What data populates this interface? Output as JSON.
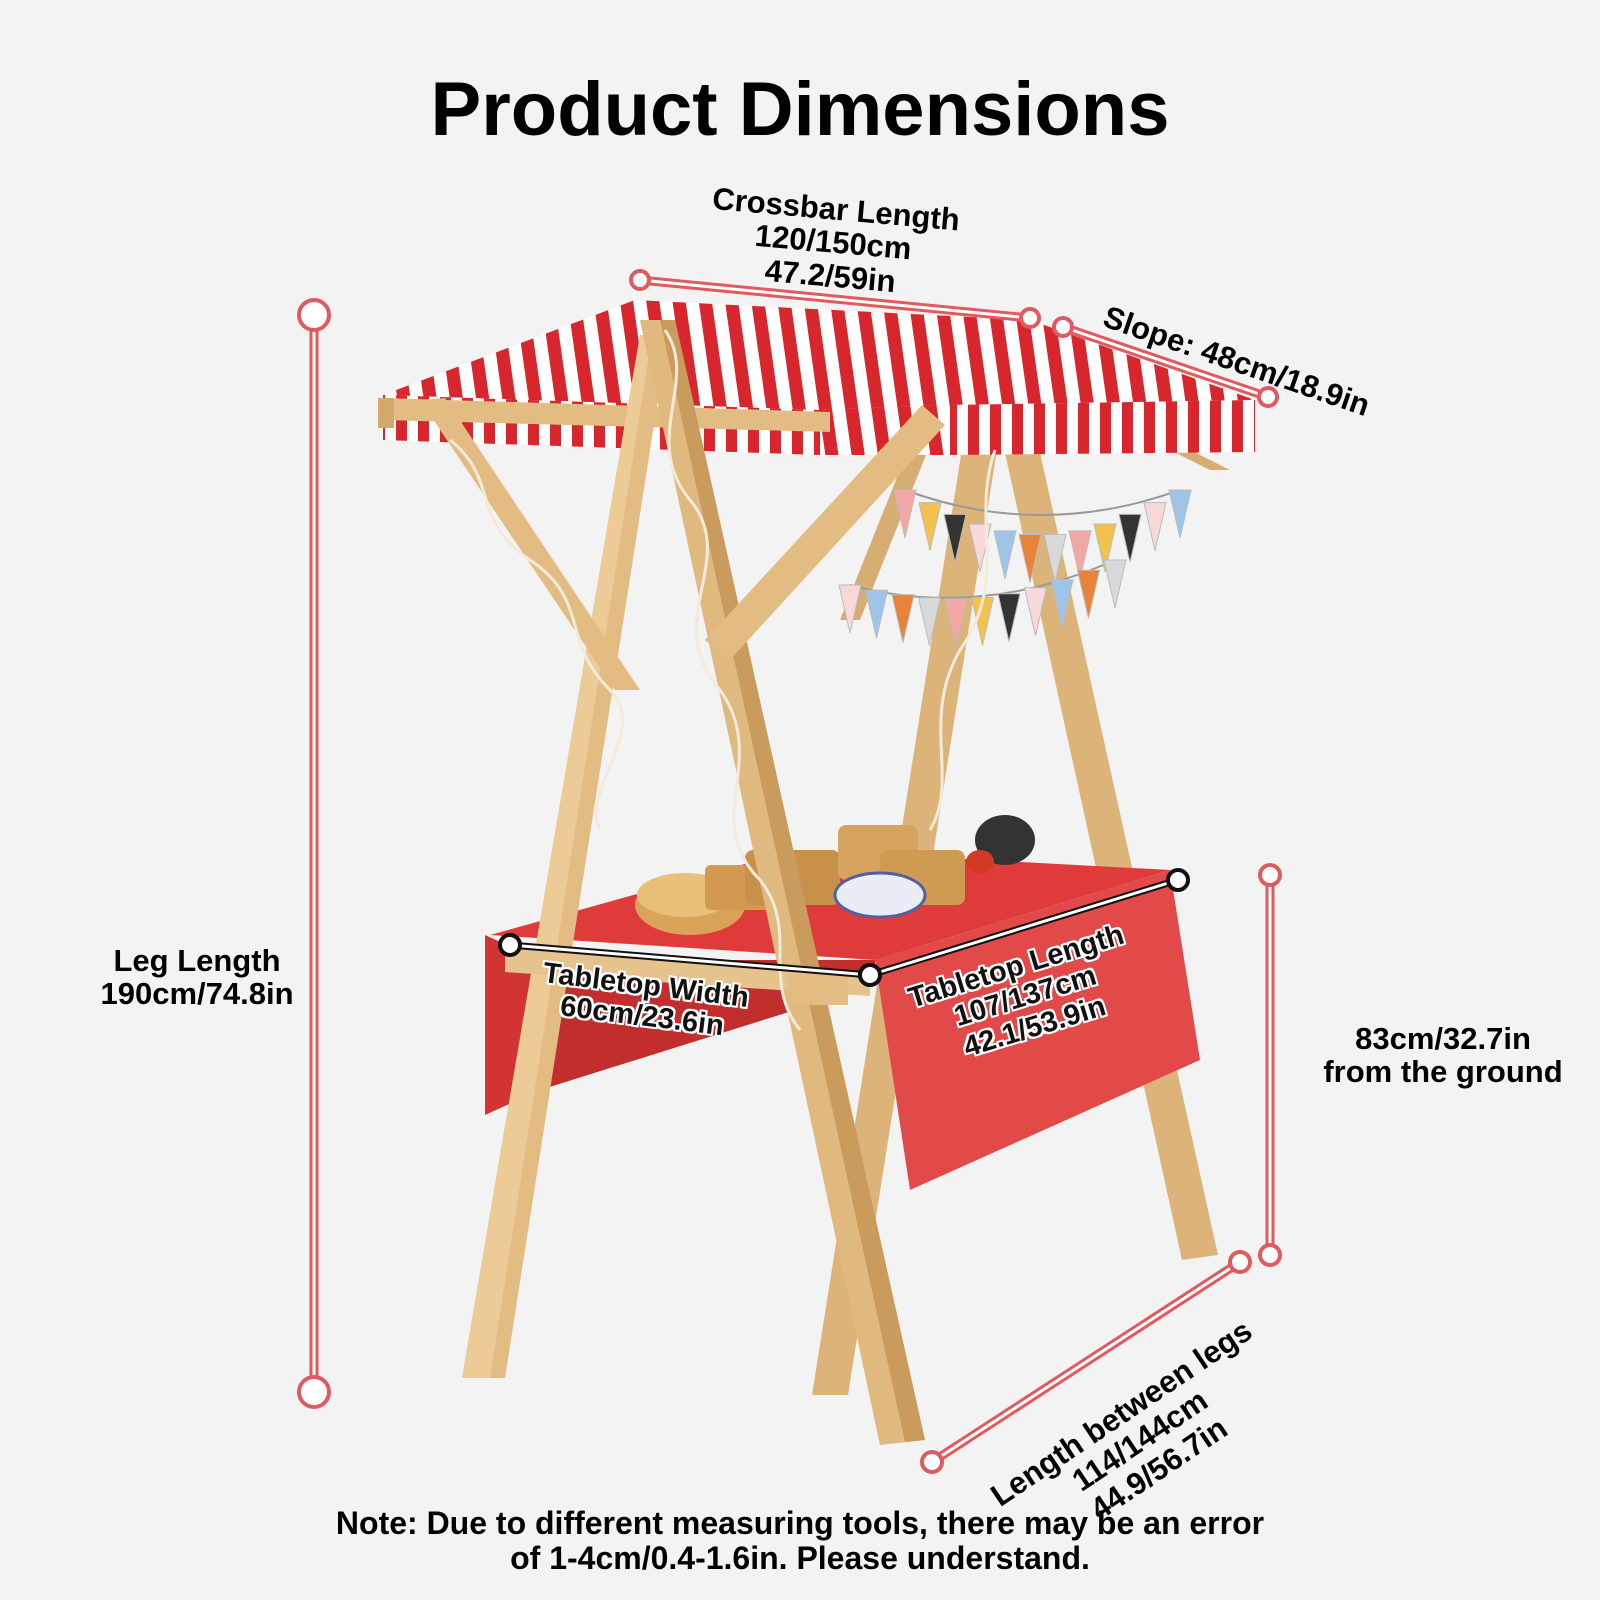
{
  "title": "Product Dimensions",
  "dimensions": {
    "crossbar": {
      "lines": [
        "Crossbar Length",
        "120/150cm",
        "47.2/59in"
      ]
    },
    "slope": {
      "lines": [
        "Slope: 48cm/18.9in"
      ]
    },
    "leg": {
      "lines": [
        "Leg Length",
        "190cm/74.8in"
      ]
    },
    "tabletop_width": {
      "lines": [
        "Tabletop Width",
        "60cm/23.6in"
      ]
    },
    "tabletop_length": {
      "lines": [
        "Tabletop Length",
        "107/137cm",
        "42.1/53.9in"
      ]
    },
    "ground_height": {
      "lines": [
        "83cm/32.7in",
        "from the ground"
      ]
    },
    "between_legs": {
      "lines": [
        "Length between legs",
        "114/144cm",
        "44.9/56.7in"
      ]
    }
  },
  "note": {
    "lines": [
      "Note: Due to different measuring tools, there may be an error",
      "of 1-4cm/0.4-1.6in. Please understand."
    ]
  },
  "colors": {
    "dimension_line": "#e05a5f",
    "awning_red": "#d7262e",
    "awning_white": "#ffffff",
    "wood": "#e2bc83",
    "wood_dark": "#c99b5c",
    "tablecloth": "#d83c3c",
    "background": "#f3f3f3"
  }
}
